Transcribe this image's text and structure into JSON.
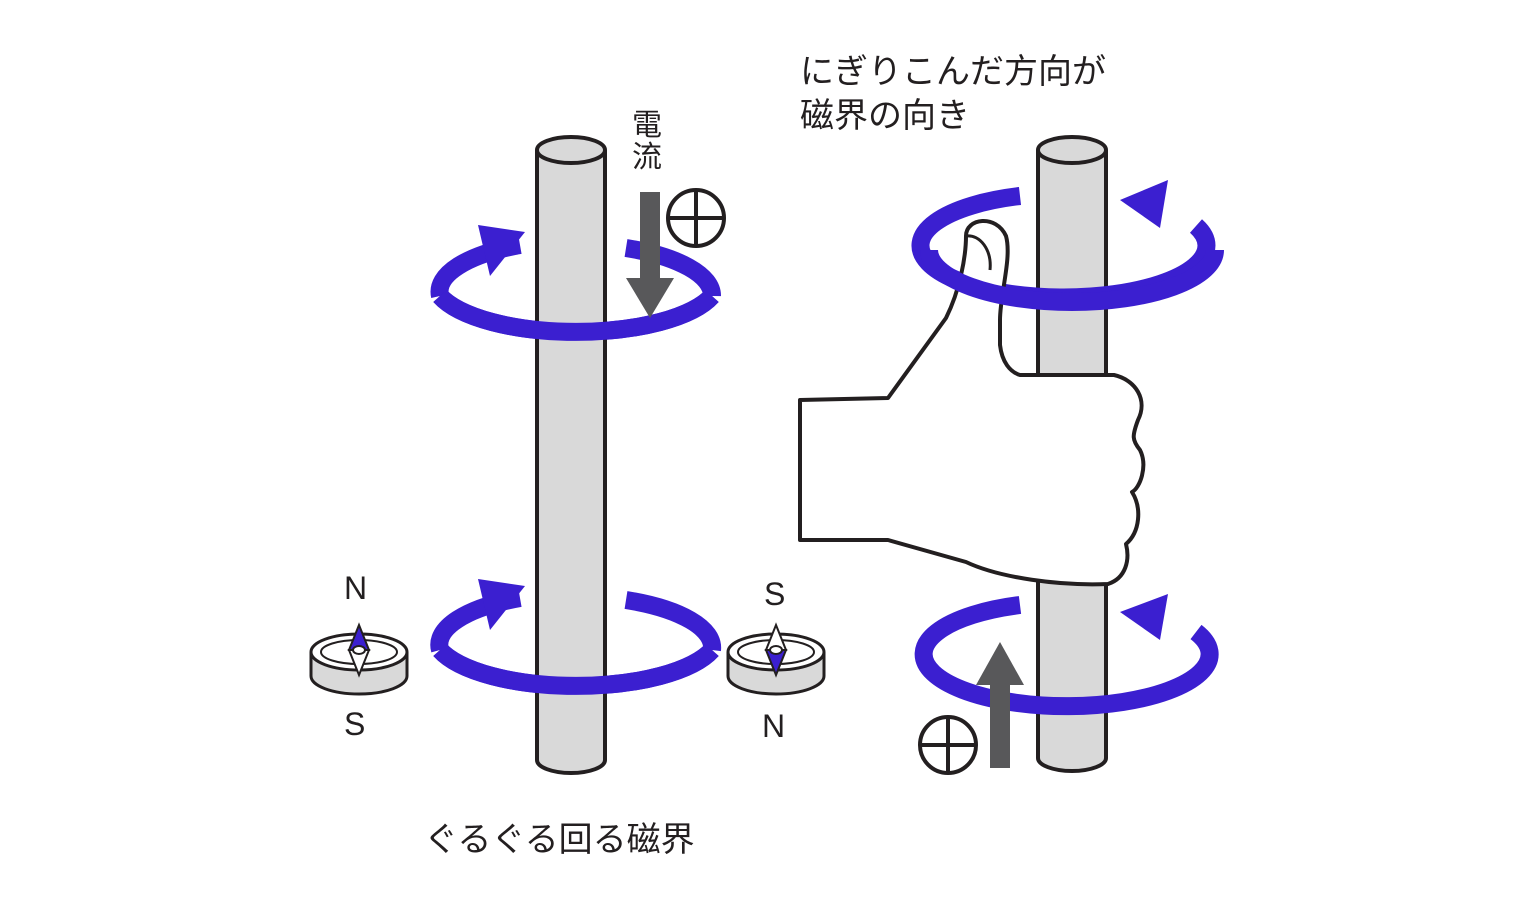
{
  "labels": {
    "current": "電流",
    "caption_left": "ぐるぐる回る磁界",
    "caption_right_line1": "にぎりこんだ方向が",
    "caption_right_line2": "磁界の向き"
  },
  "compass_left": {
    "top": "N",
    "bottom": "S"
  },
  "compass_right": {
    "top": "S",
    "bottom": "N"
  },
  "colors": {
    "field_arrow": "#3b1fd0",
    "current_arrow": "#58585a",
    "wire_fill": "#d9d9d9",
    "outline": "#231f20",
    "compass_needle": "#3b1fd0"
  },
  "symbols": {
    "current_into_page": "plus-in-circle",
    "current_direction_left": "down",
    "current_direction_right": "up"
  }
}
